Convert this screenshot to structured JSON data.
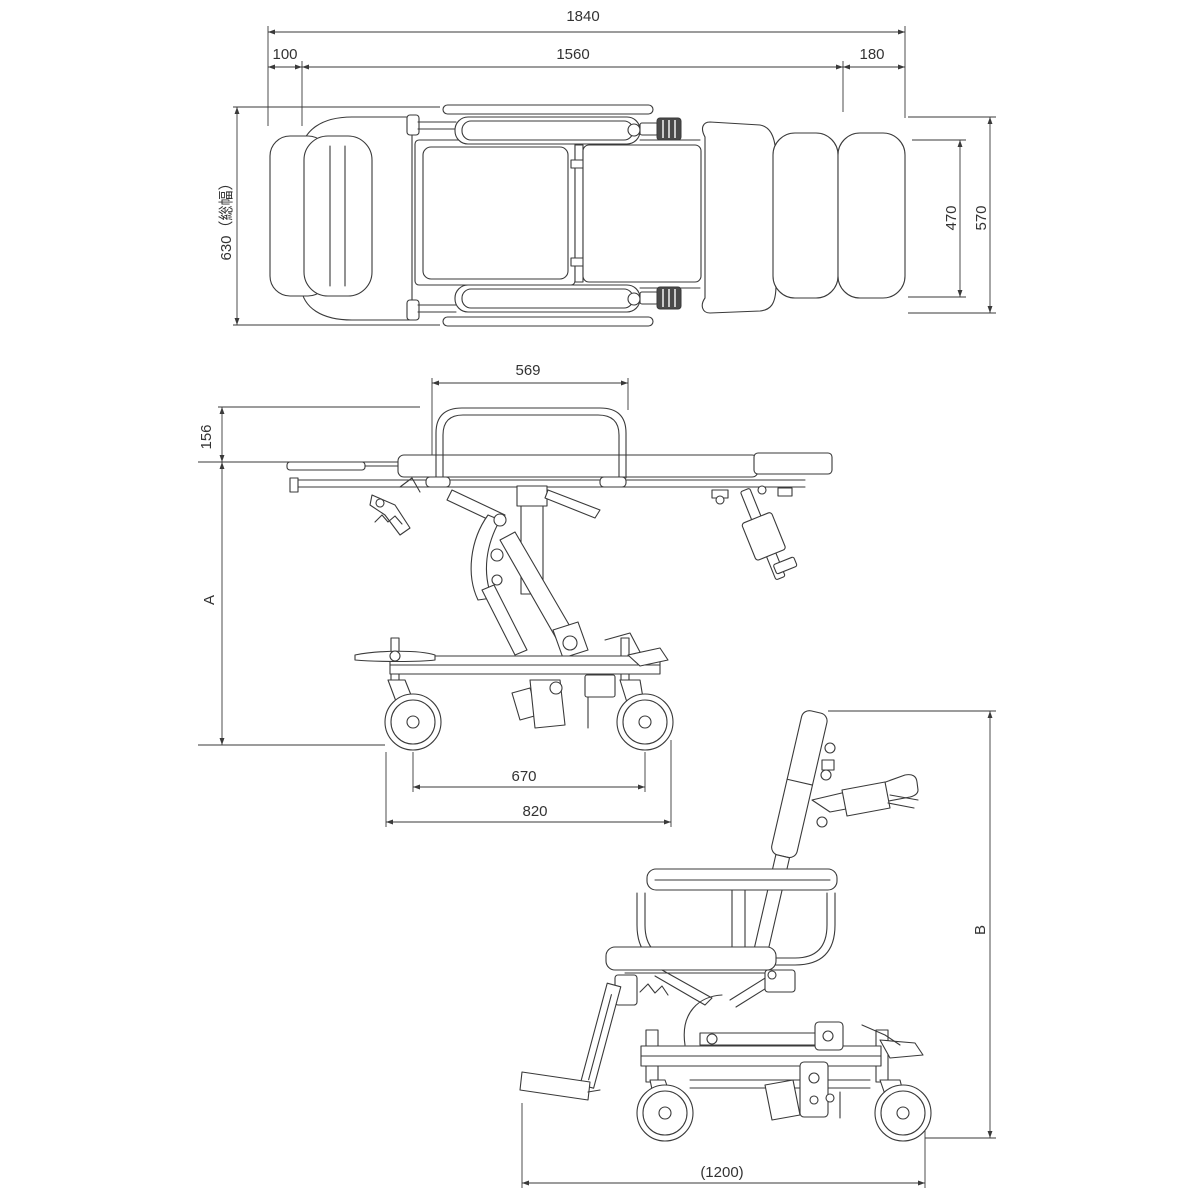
{
  "drawing": {
    "line_color": "#3a3a3a"
  },
  "top_view": {
    "overall_length": "1840",
    "head_section": "100",
    "body_section": "1560",
    "foot_section": "180",
    "overall_width": "630（総幅）",
    "inner_width": "470",
    "outer_width": "570"
  },
  "stretcher_view": {
    "handrail_width": "569",
    "handrail_height": "156",
    "bed_height": "A",
    "wheelbase": "670",
    "base_length": "820"
  },
  "chair_view": {
    "chair_height": "B",
    "chair_length": "(1200)"
  }
}
